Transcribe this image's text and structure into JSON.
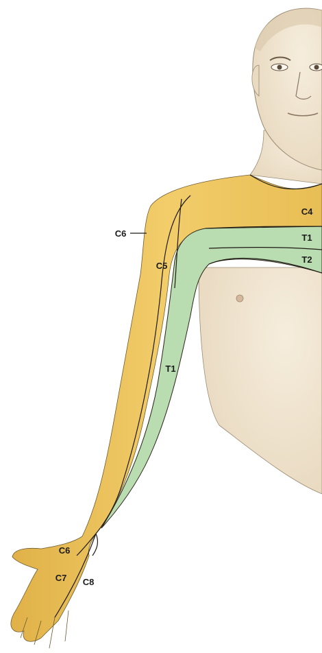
{
  "colors": {
    "background": "#ffffff",
    "skin": "#f1e6d3",
    "dermatome_yellow": "#ecc25a",
    "dermatome_green": "#b9dcb1",
    "outline": "#2a2218"
  },
  "labels": {
    "c4": "C4",
    "t1_chest": "T1",
    "t2_chest": "T2",
    "c6_shoulder": "C6",
    "c5_arm": "C5",
    "t1_arm": "T1",
    "c6_hand": "C6",
    "c7_hand": "C7",
    "c8_hand": "C8"
  }
}
